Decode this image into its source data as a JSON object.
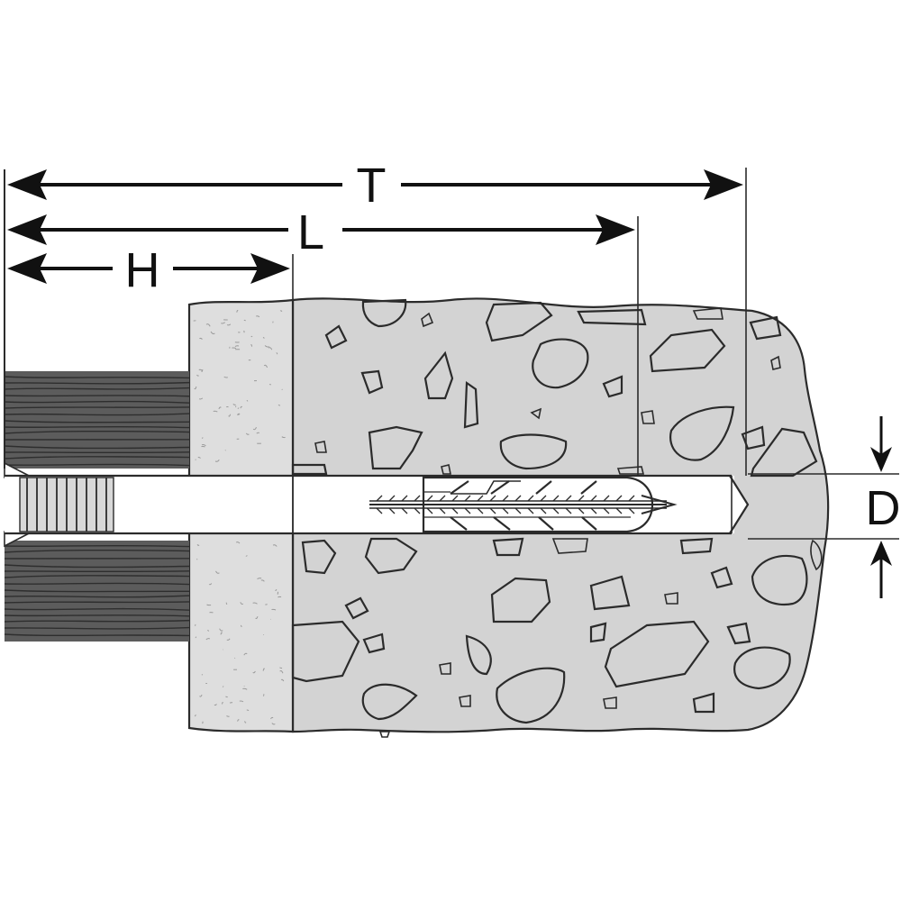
{
  "dimensions": {
    "T": "T",
    "L": "L",
    "H": "H",
    "D": "D"
  },
  "colors": {
    "wood": "#5c5c5c",
    "wood_grain": "#2e2e2e",
    "plaster": "#dedede",
    "concrete": "#d3d3d3",
    "stone_light": "#eeeeee",
    "stone_mid": "#bdbdbd",
    "stone_dark": "#8f8f8f",
    "hole": "#ffffff",
    "line": "#2b2b2b"
  }
}
